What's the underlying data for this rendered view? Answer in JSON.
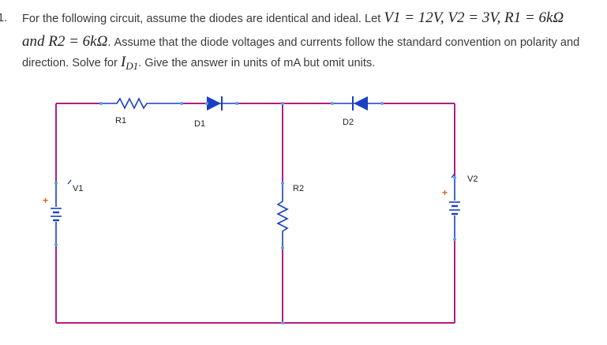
{
  "question": {
    "number": "1.",
    "line1_text": "For the following circuit, assume the diodes are identical and ideal. Let",
    "line1_math": "V1 = 12V, V2 = 3V, R1 = 6kΩ",
    "line2_math": "and R2 = 6kΩ",
    "line2_text": ". Assume that the diode voltages and currents follow the standard convention on polarity and",
    "line3_text_a": "direction. Solve for",
    "line3_math": "I",
    "line3_sub": "D1",
    "line3_text_b": ". Give the answer in units of mA but omit units."
  },
  "circuit": {
    "labels": {
      "R1": "R1",
      "D1": "D1",
      "D2": "D2",
      "V1": "V1",
      "R2": "R2",
      "V2": "V2",
      "V1_plus": "+",
      "V2_plus": "+"
    },
    "colors": {
      "wire": "#b0207a",
      "component": "#1a3fc4",
      "node": "#5aa0e0",
      "plus": "#e06010"
    }
  }
}
